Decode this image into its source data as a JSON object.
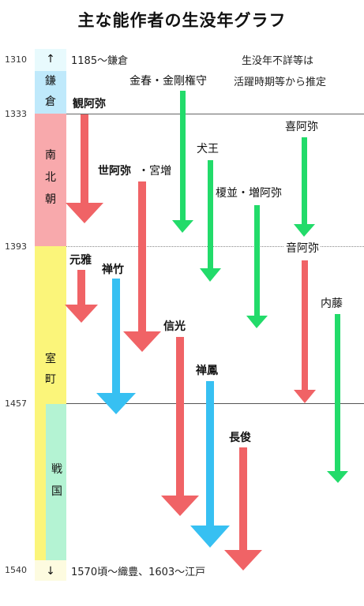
{
  "title": "主な能作者の生没年グラフ",
  "years": {
    "y1310": "1310",
    "y1333": "1333",
    "y1393": "1393",
    "y1457": "1457",
    "y1540": "1540"
  },
  "eras": {
    "kamakura": "鎌倉",
    "nanbokucho": "南北朝",
    "muromachi": "室町",
    "sengoku": "戦国",
    "up_arrow": "↑",
    "down_arrow": "↓"
  },
  "notes": {
    "kamakura_start": "1185～鎌倉",
    "end_note": "1570頃～織豊、1603～江戸",
    "unknown_line1": "生没年不詳等は",
    "unknown_line2": "活躍時期等から推定"
  },
  "authors": {
    "kanami": "観阿弥",
    "zeami": "世阿弥",
    "miyamasu_sep": "・宮増",
    "motomasa": "元雅",
    "zenchiku": "禅竹",
    "nobumitsu": "信光",
    "zenpo": "禅鳳",
    "nagatoshi": "長俊",
    "konparu_kongo": "金春・金剛権守",
    "inuo": "犬王",
    "enami_zoami": "榎並・増阿弥",
    "kiami": "喜阿弥",
    "onami": "音阿弥",
    "naito": "内藤"
  },
  "colors": {
    "red": "#f06366",
    "blue": "#37c0f2",
    "green": "#22db6a",
    "kamakura_bg": "#bfe9fb",
    "nanbokucho_bg": "#f8a9ac",
    "muromachi_bg": "#fbf57a",
    "sengoku_bg": "#b4f3d3"
  }
}
